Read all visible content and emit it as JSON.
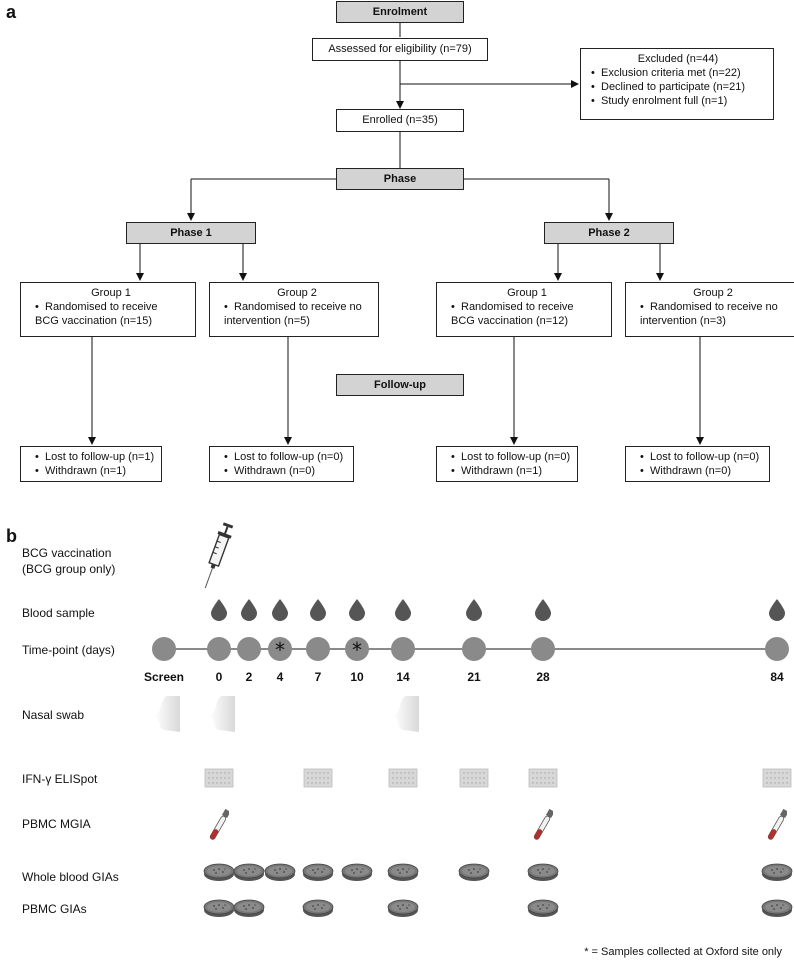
{
  "panel_a": {
    "label": "a",
    "enrolment_header": "Enrolment",
    "assessed": "Assessed for eligibility (n=79)",
    "excluded": {
      "title": "Excluded (n=44)",
      "items": [
        "Exclusion criteria met (n=22)",
        "Declined to participate (n=21)",
        "Study enrolment full (n=1)"
      ]
    },
    "enrolled": "Enrolled (n=35)",
    "phase_header": "Phase",
    "phase1": "Phase 1",
    "phase2": "Phase 2",
    "followup_header": "Follow-up",
    "groups": [
      {
        "title": "Group 1",
        "desc": [
          "Randomised to receive",
          "BCG vaccination (n=15)"
        ]
      },
      {
        "title": "Group 2",
        "desc": [
          "Randomised to receive no",
          "intervention (n=5)"
        ]
      },
      {
        "title": "Group 1",
        "desc": [
          "Randomised to receive",
          "BCG vaccination (n=12)"
        ]
      },
      {
        "title": "Group 2",
        "desc": [
          "Randomised to receive no",
          "intervention (n=3)"
        ]
      }
    ],
    "followups": [
      {
        "lost": "Lost to follow-up (n=1)",
        "withdrawn": "Withdrawn (n=1)"
      },
      {
        "lost": "Lost to follow-up (n=0)",
        "withdrawn": "Withdrawn (n=0)"
      },
      {
        "lost": "Lost to follow-up (n=0)",
        "withdrawn": "Withdrawn (n=1)"
      },
      {
        "lost": "Lost to follow-up (n=0)",
        "withdrawn": "Withdrawn (n=0)"
      }
    ]
  },
  "panel_b": {
    "label": "b",
    "rows": {
      "bcg_line1": "BCG vaccination",
      "bcg_line2": "(BCG group only)",
      "blood": "Blood sample",
      "timepoint": "Time-point (days)",
      "nasal": "Nasal swab",
      "elispot": "IFN-γ ELISpot",
      "mgia": "PBMC MGIA",
      "wb_gia": "Whole blood GIAs",
      "pbmc_gia": "PBMC GIAs"
    },
    "timepoints": [
      "Screen",
      "0",
      "2",
      "4",
      "7",
      "10",
      "14",
      "21",
      "28",
      "84"
    ],
    "asterisk": "*",
    "footnote": "* = Samples collected at Oxford site only",
    "colors": {
      "marker": "#8a8a8a",
      "drop": "#555555",
      "plate": "#d8d8d8"
    }
  }
}
